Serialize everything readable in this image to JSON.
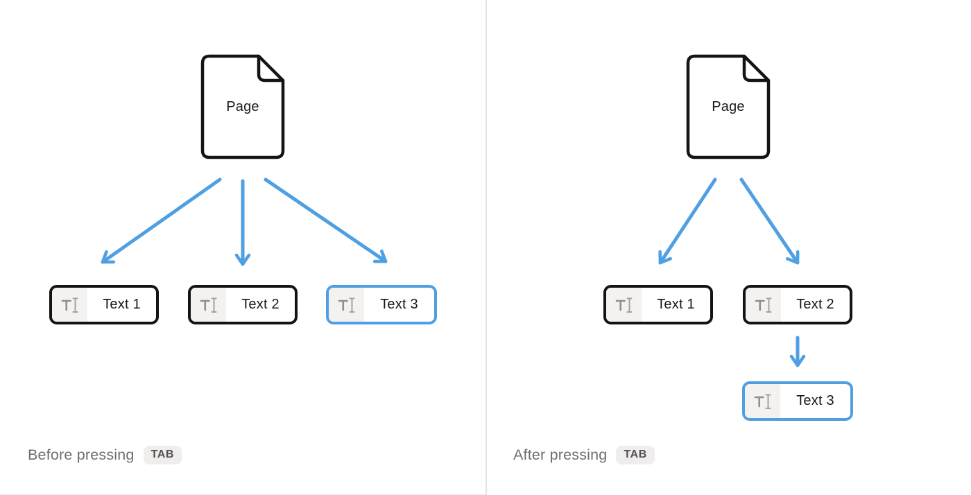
{
  "colors": {
    "accent_blue": "#4f9fe3",
    "block_border": "#131313",
    "icon_cell_bg": "#f3f2f1",
    "icon_glyph_gray": "#8f8e8c",
    "caption_gray": "#6f6e69",
    "kbd_bg": "#f0eeec",
    "kbd_text": "#515156",
    "divider": "#e3e3e3"
  },
  "panels": {
    "left": {
      "page_label": "Page",
      "blocks": [
        {
          "label": "Text 1",
          "selected": false
        },
        {
          "label": "Text 2",
          "selected": false
        },
        {
          "label": "Text 3",
          "selected": true
        }
      ],
      "caption": "Before pressing",
      "kbd_label": "TAB"
    },
    "right": {
      "page_label": "Page",
      "blocks": [
        {
          "label": "Text 1",
          "selected": false
        },
        {
          "label": "Text 2",
          "selected": false
        },
        {
          "label": "Text 3",
          "selected": true
        }
      ],
      "caption": "After pressing",
      "kbd_label": "TAB"
    }
  }
}
